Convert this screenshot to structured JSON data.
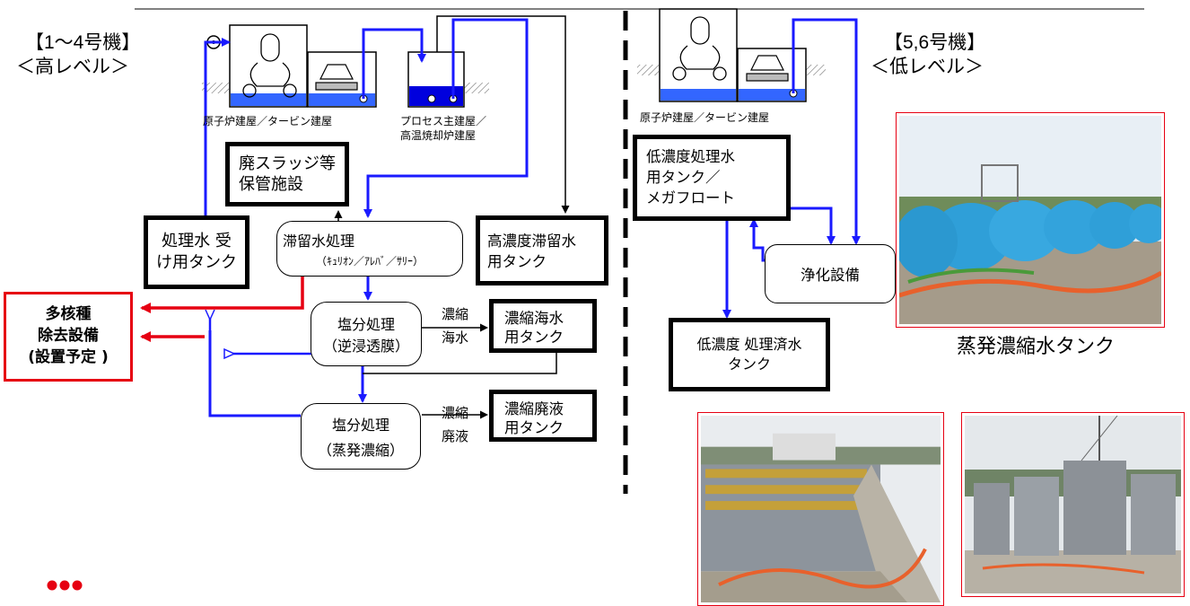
{
  "left_section": {
    "heading_line1": "【1〜4号機】",
    "heading_line2": "＜高レベル＞",
    "reactor_turbine_label": "原子炉建屋／タービン建屋",
    "process_label_line1": "プロセス主建屋／",
    "process_label_line2": "高温焼却炉建屋",
    "sludge_storage": "廃スラッジ等\n保管施設",
    "treated_water_tank": "処理水 受\nけ用タンク",
    "retained_water_treatment_line1": "滞留水処理",
    "retained_water_treatment_line2": "（ｷｭﾘｵﾝ／ｱﾚﾊﾞ／ｻﾘｰ）",
    "high_conc_tank": "高濃度滞留水\n用タンク",
    "salt_ro_line1": "塩分処理",
    "salt_ro_line2": "（逆浸透膜）",
    "salt_evap_line1": "塩分処理",
    "salt_evap_line2": "（蒸発濃縮）",
    "conc_seawater_flow_line1": "濃縮",
    "conc_seawater_flow_line2": "海水",
    "conc_seawater_tank": "濃縮海水\n用タンク",
    "conc_waste_flow_line1": "濃縮",
    "conc_waste_flow_line2": "廃液",
    "conc_waste_tank": "濃縮廃液\n用タンク",
    "alps": "多核種\n除去設備\n(設置予定 )"
  },
  "right_section": {
    "heading_line1": "【5,6号機】",
    "heading_line2": "＜低レベル＞",
    "reactor_turbine_label": "原子炉建屋／タービン建屋",
    "low_conc_tank": "低濃度処理水\n用タンク／\nメガフロート",
    "purification": "浄化設備",
    "low_conc_treated_tank": "低濃度 処理済水\nタンク",
    "photo_caption": "蒸発濃縮水タンク"
  },
  "colors": {
    "flow_blue": "#1a1aff",
    "flow_red": "#e60012",
    "water_blue": "#3366ff",
    "tank_blue": "#2f9fd8",
    "tank_gray": "#8f949a"
  },
  "icons": [
    "pump-icon",
    "reactor-icon",
    "turbine-icon",
    "valve-icon",
    "company-logo-icon"
  ]
}
